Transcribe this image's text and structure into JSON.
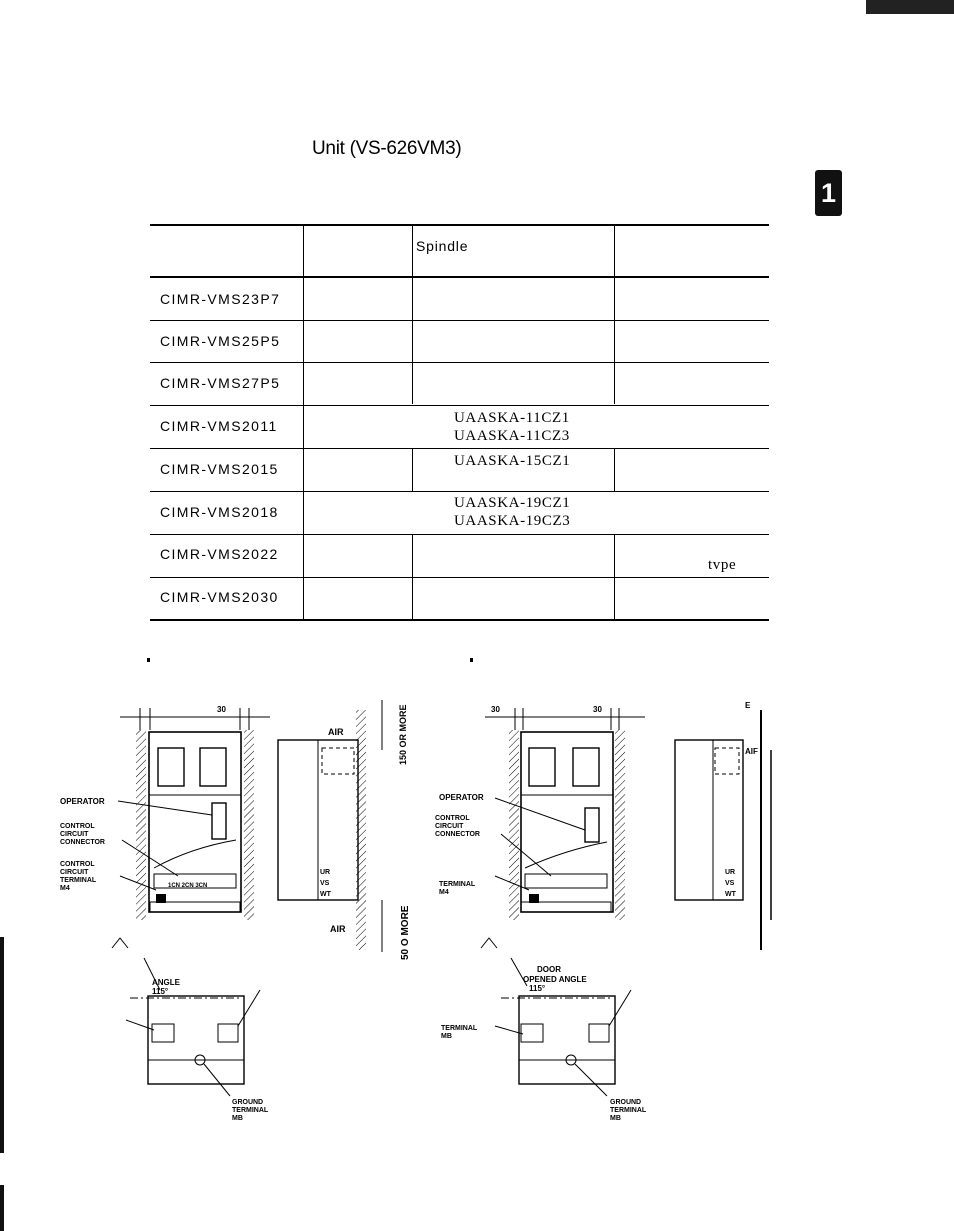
{
  "heading": "Unit (VS-626VM3)",
  "tab_number": "1",
  "table": {
    "column_header_spindle": "Spindle",
    "rows": [
      {
        "model": "CIMR-VMS23P7",
        "motor": []
      },
      {
        "model": "CIMR-VMS25P5",
        "motor": []
      },
      {
        "model": "CIMR-VMS27P5",
        "motor": []
      },
      {
        "model": "CIMR-VMS2011",
        "motor": [
          "UAASKA-11CZ1",
          "UAASKA-11CZ3"
        ]
      },
      {
        "model": "CIMR-VMS2015",
        "motor": [
          "UAASKA-15CZ1"
        ]
      },
      {
        "model": "CIMR-VMS2018",
        "motor": [
          "UAASKA-19CZ1",
          "UAASKA-19CZ3"
        ]
      },
      {
        "model": "CIMR-VMS2022",
        "motor": [],
        "note": "tvpe"
      },
      {
        "model": "CIMR-VMS2030",
        "motor": []
      }
    ]
  },
  "figure_left": {
    "dim_30": "30",
    "air_top": "AIR",
    "air_bottom": "AIR",
    "clearance_top": "150 OR MORE",
    "clearance_bottom": "50 O MORE",
    "operator": "OPERATOR",
    "control_circuit_connector": [
      "CONTROL",
      "CIRCUIT",
      "CONNECTOR"
    ],
    "control_circuit_terminal": [
      "CONTROL",
      "CIRCUIT",
      "TERMINAL",
      "M4"
    ],
    "terminal_codes": "1CN 2CN 3CN",
    "side_labels": [
      "UR",
      "VS",
      "WT"
    ],
    "angle": [
      "ANGLE",
      "115°"
    ],
    "ground_terminal": [
      "GROUND",
      "TERMINAL",
      "MB"
    ]
  },
  "figure_right": {
    "dim_30_left": "30",
    "dim_30_right": "30",
    "dim_e": "E",
    "air": "AIF",
    "operator": "OPERATOR",
    "control_circuit_connector": [
      "CONTROL",
      "CIRCUIT",
      "CONNECTOR"
    ],
    "terminal_m4": [
      "TERMINAL",
      "M4"
    ],
    "side_labels": [
      "UR",
      "VS",
      "WT"
    ],
    "door_angle": [
      "DOOR",
      "OPENED ANGLE",
      "115°"
    ],
    "terminal_mb": [
      "TERMINAL",
      "MB"
    ],
    "ground_terminal": [
      "GROUND",
      "TERMINAL",
      "MB"
    ]
  }
}
